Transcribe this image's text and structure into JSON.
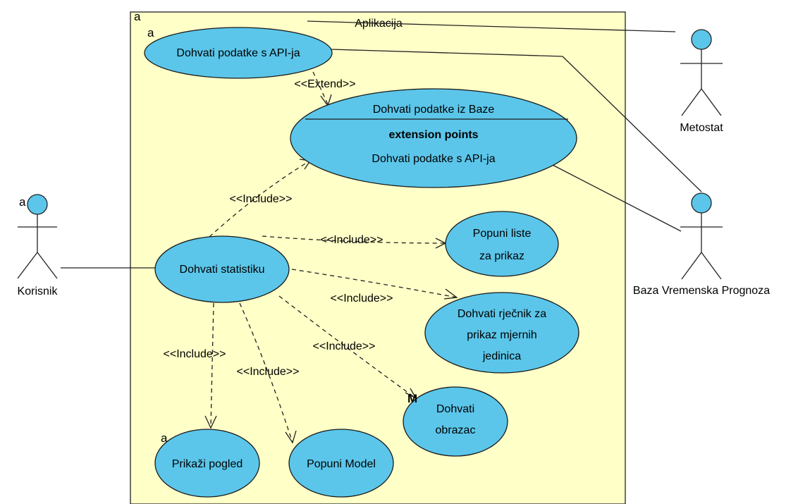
{
  "system": {
    "title": "Aplikacija",
    "corner_mark": "a"
  },
  "use_cases": {
    "dohvati_api": {
      "label": "Dohvati podatke s API-ja",
      "mark": "a"
    },
    "dohvati_baza": {
      "label": "Dohvati podatke iz Baze",
      "extension_points_heading": "extension points",
      "extension_point": "Dohvati podatke s API-ja"
    },
    "dohvati_statistiku": {
      "label": "Dohvati statistiku"
    },
    "popuni_liste": {
      "line1": "Popuni liste",
      "line2": "za prikaz"
    },
    "dohvati_rjecnik": {
      "line1": "Dohvati rječnik za",
      "line2": "prikaz mjernih",
      "line3": "jedinica"
    },
    "dohvati_obrazac": {
      "line1": "Dohvati",
      "line2": "obrazac",
      "mark": "M"
    },
    "prikazi_pogled": {
      "label": "Prikaži pogled",
      "mark": "a"
    },
    "popuni_model": {
      "label": "Popuni Model"
    }
  },
  "actors": {
    "korisnik": {
      "name": "Korisnik",
      "mark": "a"
    },
    "metostat": {
      "name": "Metostat"
    },
    "baza": {
      "name": "Baza Vremenska Prognoza"
    }
  },
  "relations": {
    "extend_label": "<<Extend>>",
    "include_label": "<<Include>>"
  },
  "colors": {
    "system_fill": "#ffffc8",
    "use_case_fill": "#5bc6ea"
  }
}
